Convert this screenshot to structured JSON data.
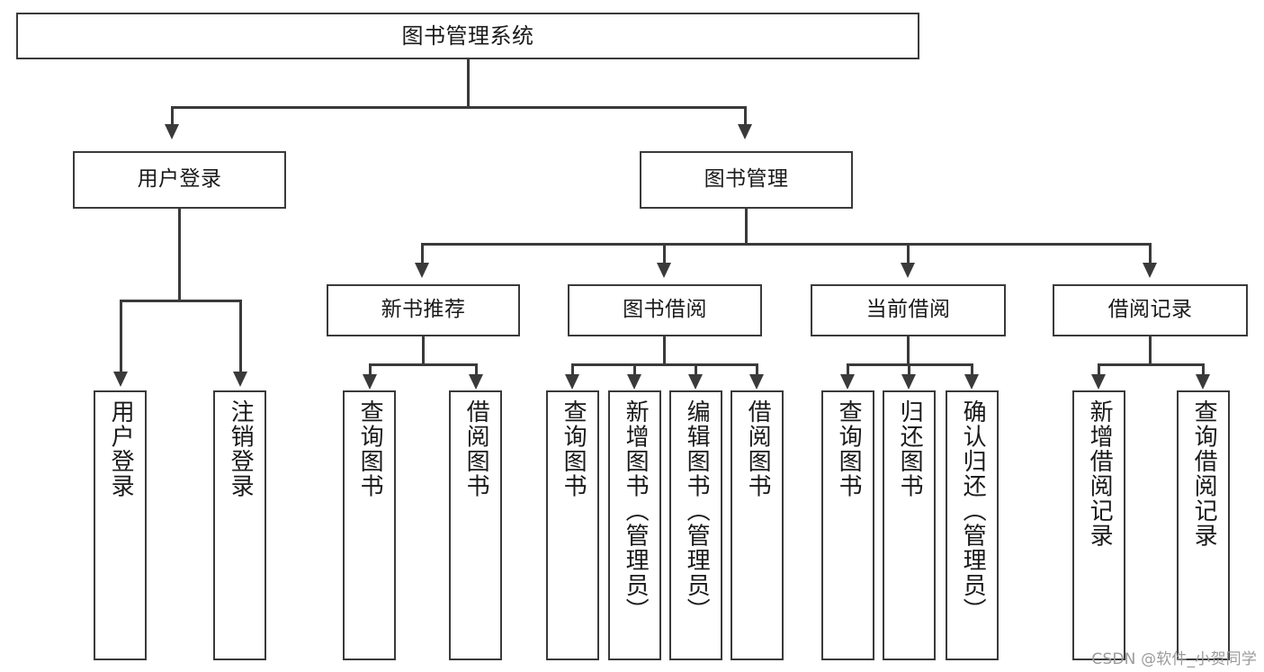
{
  "diagram": {
    "title": "图书管理系统",
    "type": "hierarchy-tree",
    "root": {
      "label": "图书管理系统"
    },
    "level2": [
      {
        "label": "用户登录"
      },
      {
        "label": "图书管理"
      }
    ],
    "level3": [
      {
        "label": "新书推荐"
      },
      {
        "label": "图书借阅"
      },
      {
        "label": "当前借阅"
      },
      {
        "label": "借阅记录"
      }
    ],
    "leaves": {
      "user_login": [
        {
          "label": "用户登录"
        },
        {
          "label": "注销登录"
        }
      ],
      "new_book_recommend": [
        {
          "label": "查询图书"
        },
        {
          "label": "借阅图书"
        }
      ],
      "book_borrow": [
        {
          "label": "查询图书"
        },
        {
          "label": "新增图书（管理员）"
        },
        {
          "label": "编辑图书（管理员）"
        },
        {
          "label": "借阅图书"
        }
      ],
      "current_borrow": [
        {
          "label": "查询图书"
        },
        {
          "label": "归还图书"
        },
        {
          "label": "确认归还（管理员）"
        }
      ],
      "borrow_record": [
        {
          "label": "新增借阅记录"
        },
        {
          "label": "查询借阅记录"
        }
      ]
    }
  },
  "watermark": {
    "text": "CSDN @软件_小贺同学"
  },
  "colors": {
    "stroke": "#3a3a3a",
    "text": "#1a1a1a",
    "background": "#ffffff",
    "watermark": "#9b9b9b"
  }
}
